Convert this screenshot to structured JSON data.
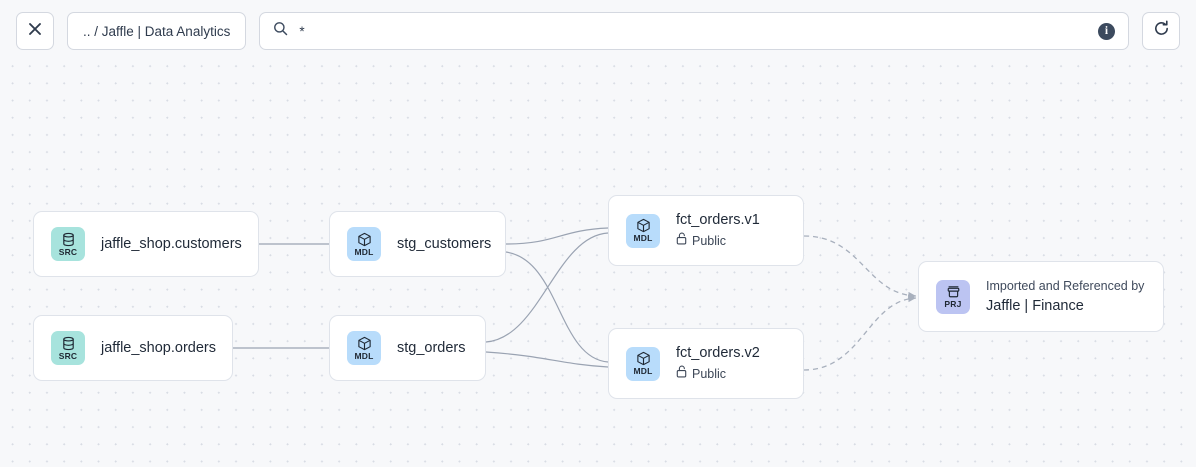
{
  "toolbar": {
    "close_label": "✕",
    "close_icon": "close-icon",
    "breadcrumb_label": ".. / Jaffle | Data Analytics",
    "search_icon": "search-icon",
    "search_value": "*",
    "search_placeholder": "",
    "info_label": "i",
    "info_icon": "info-icon",
    "refresh_icon": "refresh-icon"
  },
  "graph": {
    "nodes": [
      {
        "id": "jaffle_shop_customers",
        "kind": "SRC",
        "icon": "database-icon",
        "title": "jaffle_shop.customers",
        "subtitle": null,
        "kicker": null
      },
      {
        "id": "jaffle_shop_orders",
        "kind": "SRC",
        "icon": "database-icon",
        "title": "jaffle_shop.orders",
        "subtitle": null,
        "kicker": null
      },
      {
        "id": "stg_customers",
        "kind": "MDL",
        "icon": "cube-icon",
        "title": "stg_customers",
        "subtitle": null,
        "kicker": null
      },
      {
        "id": "stg_orders",
        "kind": "MDL",
        "icon": "cube-icon",
        "title": "stg_orders",
        "subtitle": null,
        "kicker": null
      },
      {
        "id": "fct_orders_v1",
        "kind": "MDL",
        "icon": "cube-icon",
        "title": "fct_orders.v1",
        "subtitle": "Public",
        "subtitle_icon": "unlock-icon",
        "kicker": null
      },
      {
        "id": "fct_orders_v2",
        "kind": "MDL",
        "icon": "cube-icon",
        "title": "fct_orders.v2",
        "subtitle": "Public",
        "subtitle_icon": "unlock-icon",
        "kicker": null
      },
      {
        "id": "jaffle_finance",
        "kind": "PRJ",
        "icon": "package-icon",
        "title": "Jaffle | Finance",
        "kicker": "Imported and Referenced by",
        "subtitle": null
      }
    ],
    "badge_colors": {
      "SRC": "#a7e3dd",
      "MDL": "#b8dcfb",
      "PRJ": "#bcc4f2"
    },
    "edge_color": "#9aa3b2",
    "edges": [
      {
        "from": "jaffle_shop_customers",
        "to": "stg_customers",
        "style": "solid"
      },
      {
        "from": "jaffle_shop_orders",
        "to": "stg_orders",
        "style": "solid"
      },
      {
        "from": "stg_customers",
        "to": "fct_orders_v1",
        "style": "solid"
      },
      {
        "from": "stg_customers",
        "to": "fct_orders_v2",
        "style": "solid"
      },
      {
        "from": "stg_orders",
        "to": "fct_orders_v1",
        "style": "solid"
      },
      {
        "from": "stg_orders",
        "to": "fct_orders_v2",
        "style": "solid"
      },
      {
        "from": "fct_orders_v1",
        "to": "jaffle_finance",
        "style": "dashed"
      },
      {
        "from": "fct_orders_v2",
        "to": "jaffle_finance",
        "style": "dashed"
      }
    ]
  }
}
